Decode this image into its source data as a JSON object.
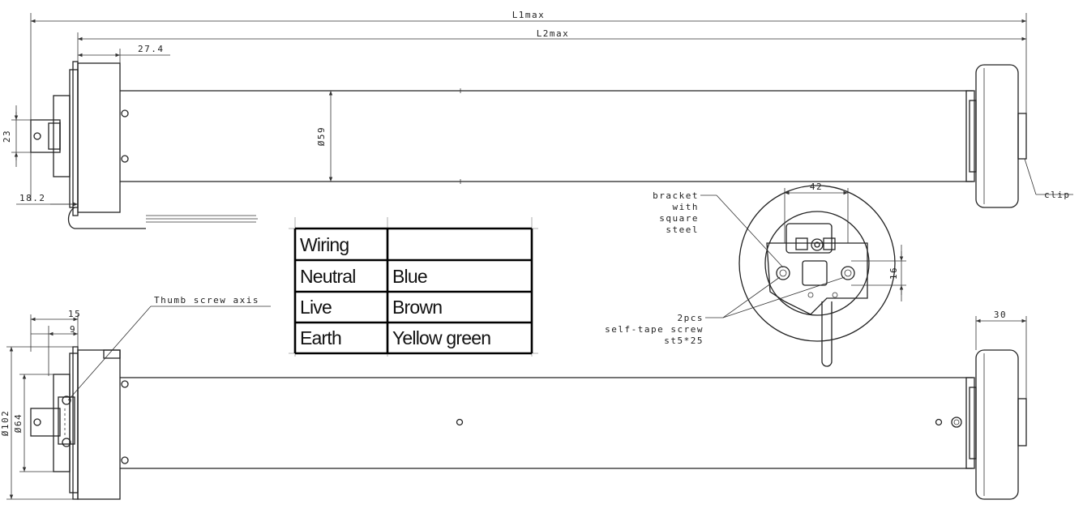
{
  "top_view": {
    "dims": {
      "l1": "L1max",
      "l2": "L2max",
      "head_offset": "27.4",
      "pin_height": "23",
      "bracket_depth": "18.2",
      "tube_diameter": "Ø59"
    },
    "clip_label": "clip"
  },
  "end_view": {
    "bracket_label": [
      "bracket",
      "with",
      "square",
      "steel"
    ],
    "dims": {
      "width": "42",
      "slot": "16"
    },
    "screw_label": [
      "2pcs",
      "self-tape screw",
      "st5*25"
    ]
  },
  "bottom_view": {
    "thumb_label": "Thumb screw axis",
    "dims": {
      "axis_15": "15",
      "axis_9": "9",
      "flange_dia": "Ø102",
      "inner_dia": "Ø64",
      "cap_width": "30"
    }
  },
  "wiring_table": {
    "header": [
      "Wiring",
      ""
    ],
    "rows": [
      [
        "Neutral",
        "Blue"
      ],
      [
        "Live",
        "Brown"
      ],
      [
        "Earth",
        "Yellow green"
      ]
    ]
  }
}
